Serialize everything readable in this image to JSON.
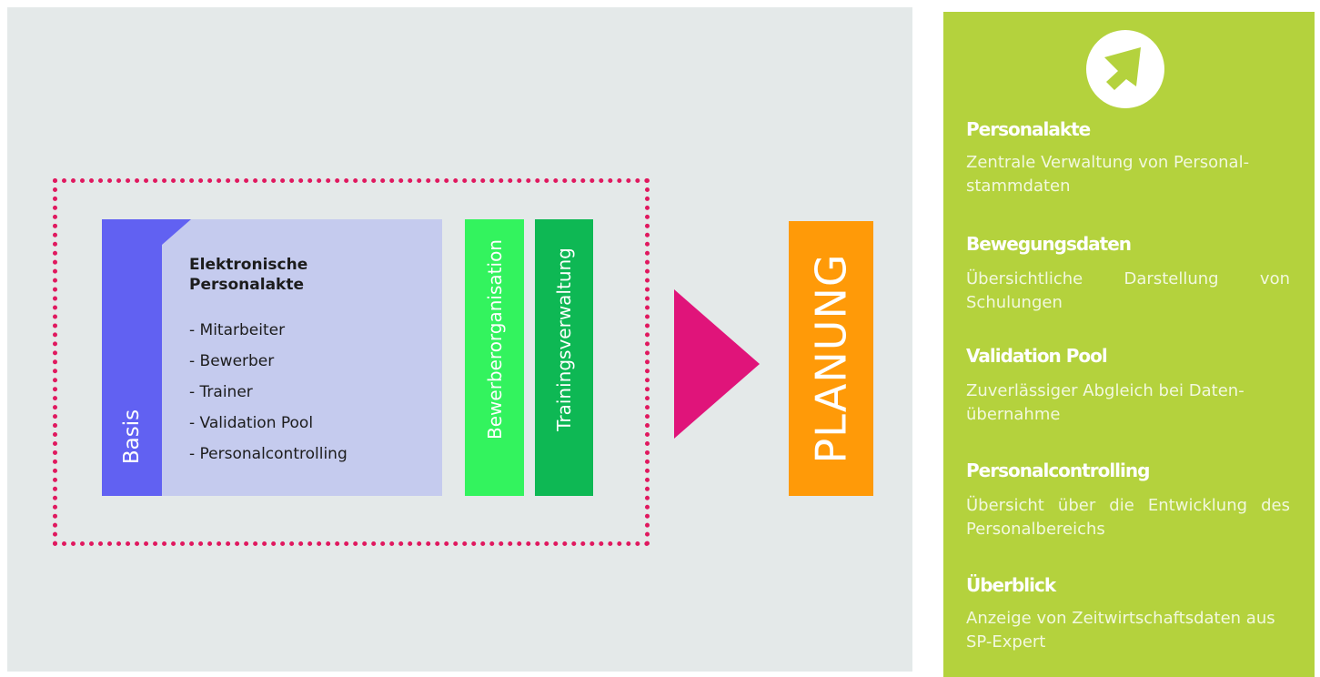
{
  "diagram": {
    "basis_label": "Basis",
    "personalakte_title": "Elektronische Personalakte",
    "personalakte_items": [
      "- Mitarbeiter",
      "- Bewerber",
      "- Trainer",
      "- Validation Pool",
      "- Personalcontrolling"
    ],
    "module_bewerber": "Bewerberorganisation",
    "module_training": "Trainingsverwaltung",
    "planung_label": "PLANUNG"
  },
  "features": [
    {
      "title": "Personalakte",
      "description": "Zentrale Verwaltung von Personal-stammdaten"
    },
    {
      "title": "Bewegungsdaten",
      "description": "Übersichtliche Darstellung von Schulungen"
    },
    {
      "title": "Validation Pool",
      "description": "Zuverlässiger Abgleich bei Daten-übernahme"
    },
    {
      "title": "Personalcontrolling",
      "description": "Übersicht über die Entwicklung des Personalbereichs"
    },
    {
      "title": "Überblick",
      "description": "Anzeige von Zeitwirtschaftsdaten aus SP-Expert"
    }
  ],
  "icons": {
    "side_panel_icon": "arrow-circle-icon",
    "flow_arrow": "triangle-arrow-icon"
  },
  "colors": {
    "basis": "#6161f2",
    "personalakte_block": "#c5cbee",
    "bewerber": "#33f35e",
    "training": "#0eb854",
    "arrow": "#e0147a",
    "planung": "#ff9a08",
    "side_panel": "#b4d23d",
    "frame": "#e0195f"
  }
}
